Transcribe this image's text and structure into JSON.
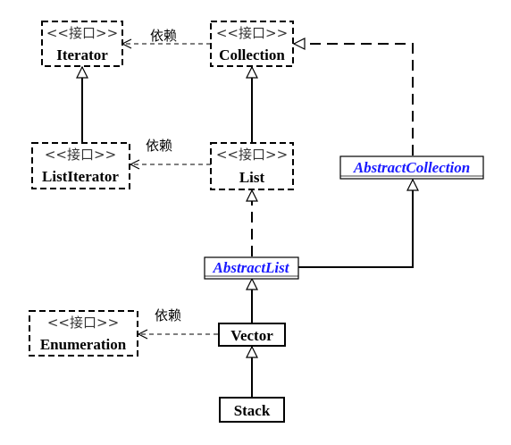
{
  "stereotype": "<<接口>>",
  "dependency_label": "依赖",
  "nodes": {
    "iterator": "Iterator",
    "collection": "Collection",
    "list_iterator": "ListIterator",
    "list": "List",
    "abstract_collection": "AbstractCollection",
    "abstract_list": "AbstractList",
    "enumeration": "Enumeration",
    "vector": "Vector",
    "stack": "Stack"
  },
  "colors": {
    "line": "#000000",
    "abstract_text": "#1a1aff"
  }
}
